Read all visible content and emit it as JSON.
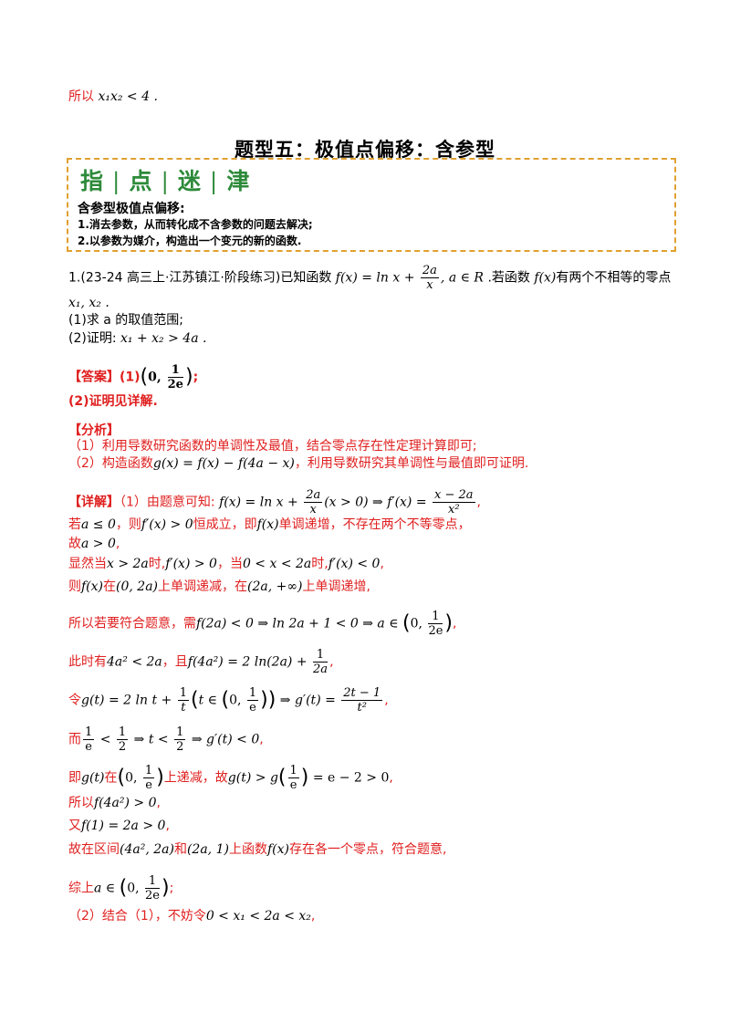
{
  "top_line": {
    "text": "所以",
    "math": "x₁x₂ < 4 ."
  },
  "section_title": "题型五：极值点偏移：含参型",
  "tip": {
    "banner": [
      "指",
      "点",
      "迷",
      "津"
    ],
    "heading": "含参型极值点偏移:",
    "item1": "1.消去参数，从而转化成不含参数的问题去解决;",
    "item2": "2.以参数为媒介，构造出一个变元的新的函数."
  },
  "problem": {
    "intro_prefix": "1.",
    "source": "(23-24 高三上·江苏镇江·阶段练习)",
    "stem_a": "已知函数",
    "func": "f(x) = ln x + ",
    "frac_num": "2a",
    "frac_den": "x",
    "cond": ", a ∈ R",
    "stem_b": ".若函数",
    "fx": "f(x)",
    "stem_c": "有两个不相等的零点",
    "roots": "x₁, x₂ .",
    "q1": "(1)求 a 的取值范围;",
    "q2_label": "(2)证明:",
    "q2_math": "x₁ + x₂ > 4a ."
  },
  "answer": {
    "label": "【答案】",
    "part1": "(1)",
    "interval_left": "0, ",
    "interval_num": "1",
    "interval_den": "2e",
    "end": ";",
    "part2": "(2)证明见详解."
  },
  "analysis": {
    "label": "【分析】",
    "l1": "（1）利用导数研究函数的单调性及最值，结合零点存在性定理计算即可;",
    "l2_a": "（2）构造函数",
    "l2_math": "g(x) = f(x) − f(4a − x)",
    "l2_b": "，利用导数研究其单调性与最值即可证明."
  },
  "detail": {
    "label": "【详解】",
    "l1_a": "（1）由题意可知:",
    "l1_math": "f(x) = ln x + ",
    "l1_frac_num": "2a",
    "l1_frac_den": "x",
    "l1_math2": "(x > 0) ⇒ f′(x) = ",
    "l1_frac2_num": "x − 2a",
    "l1_frac2_den": "x²",
    "l1_end": ",",
    "l2_a": "若",
    "l2_m1": "a ≤ 0",
    "l2_b": "，则",
    "l2_m2": "f′(x) > 0",
    "l2_c": "恒成立，即",
    "l2_m3": "f(x)",
    "l2_d": "单调递增，不存在两个不等零点，",
    "l3_a": "故",
    "l3_m": "a > 0",
    "l3_b": ",",
    "l4_a": "显然当",
    "l4_m1": "x > 2a",
    "l4_b": "时,",
    "l4_m2": "f′(x) > 0",
    "l4_c": "，当",
    "l4_m3": "0 < x < 2a",
    "l4_d": "时,",
    "l4_m4": "f′(x) < 0",
    "l4_e": ",",
    "l5_a": "则",
    "l5_m1": "f(x)",
    "l5_b": "在",
    "l5_m2": "(0, 2a)",
    "l5_c": "上单调递减，在",
    "l5_m3": "(2a, +∞)",
    "l5_d": "上单调递增,",
    "l6_a": "所以若要符合题意，需",
    "l6_m": "f(2a) < 0 ⇒ ln 2a + 1 < 0 ⇒ a ∈ ",
    "l6_i_left": "0, ",
    "l6_i_num": "1",
    "l6_i_den": "2e",
    "l6_end": ",",
    "l7_a": "此时有",
    "l7_m1": "4a² < 2a",
    "l7_b": "，且",
    "l7_m2": "f(4a²) = 2 ln(2a) + ",
    "l7_num": "1",
    "l7_den": "2a",
    "l7_end": ",",
    "l8_a": "令",
    "l8_m1": "g(t) = 2 ln t + ",
    "l8_num": "1",
    "l8_den": "t",
    "l8_m2": "t ∈ ",
    "l8_i_left": "0, ",
    "l8_i_num": "1",
    "l8_i_den": "e",
    "l8_m3": " ⇒ g′(t) = ",
    "l8_num2": "2t − 1",
    "l8_den2": "t²",
    "l8_end": ",",
    "l9_a": "而",
    "l9_num1": "1",
    "l9_den1": "e",
    "l9_m1": " < ",
    "l9_num2": "1",
    "l9_den2": "2",
    "l9_m2": " ⇒ t < ",
    "l9_num3": "1",
    "l9_den3": "2",
    "l9_m3": " ⇒ g′(t) < 0",
    "l9_end": ",",
    "l10_a": "即",
    "l10_m1": "g(t)",
    "l10_b": "在",
    "l10_i_left": "0, ",
    "l10_i_num": "1",
    "l10_i_den": "e",
    "l10_c": "上递减，故",
    "l10_m2": "g(t) > g",
    "l10_num": "1",
    "l10_den": "e",
    "l10_m3": " = e − 2 > 0",
    "l10_end": ",",
    "l11_a": "所以",
    "l11_m": "f(4a²) > 0",
    "l11_end": ",",
    "l12_a": "又",
    "l12_m": "f(1) = 2a > 0",
    "l12_end": ",",
    "l13_a": "故在区间",
    "l13_m1": "(4a², 2a)",
    "l13_b": "和",
    "l13_m2": "(2a, 1)",
    "l13_c": "上函数",
    "l13_m3": "f(x)",
    "l13_d": "存在各一个零点，符合题意,",
    "l14_a": "综上",
    "l14_m": "a ∈ ",
    "l14_i_left": "0, ",
    "l14_i_num": "1",
    "l14_i_den": "2e",
    "l14_end": ";",
    "l15_a": "（2）结合（1），不妨令",
    "l15_m": "0 < x₁ < 2a < x₂",
    "l15_end": ","
  },
  "colors": {
    "red": "#e02020",
    "green": "#2d8a3a",
    "dash": "#e0a030"
  }
}
